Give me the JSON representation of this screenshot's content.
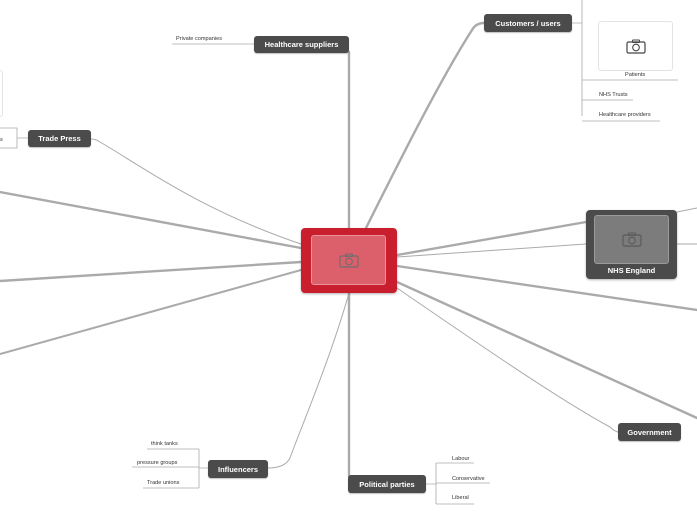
{
  "central": {
    "icon": "camera-icon"
  },
  "nodes": {
    "healthcare_suppliers": "Healthcare suppliers",
    "customers_users": "Customers / users",
    "trade_press": "Trade Press",
    "nhs_england": "NHS England",
    "government": "Government",
    "influencers": "Influencers",
    "political_parties": "Political parties"
  },
  "leaves": {
    "private_companies": "Private companies",
    "patients": "Patients",
    "nhs_trusts": "NHS Trusts",
    "healthcare_providers": "Healthcare providers",
    "think_tanks": "think tanks",
    "pressure_groups": "pressure groups",
    "trade_unions": "Trade unions",
    "labour": "Labour",
    "conservative": "Conservative",
    "liberal": "Liberal",
    "trade_press_cut": "s"
  },
  "colors": {
    "central": "#c81e2e",
    "node": "#4b4b4b",
    "connector": "#aaaaaa",
    "background": "#ffffff"
  }
}
